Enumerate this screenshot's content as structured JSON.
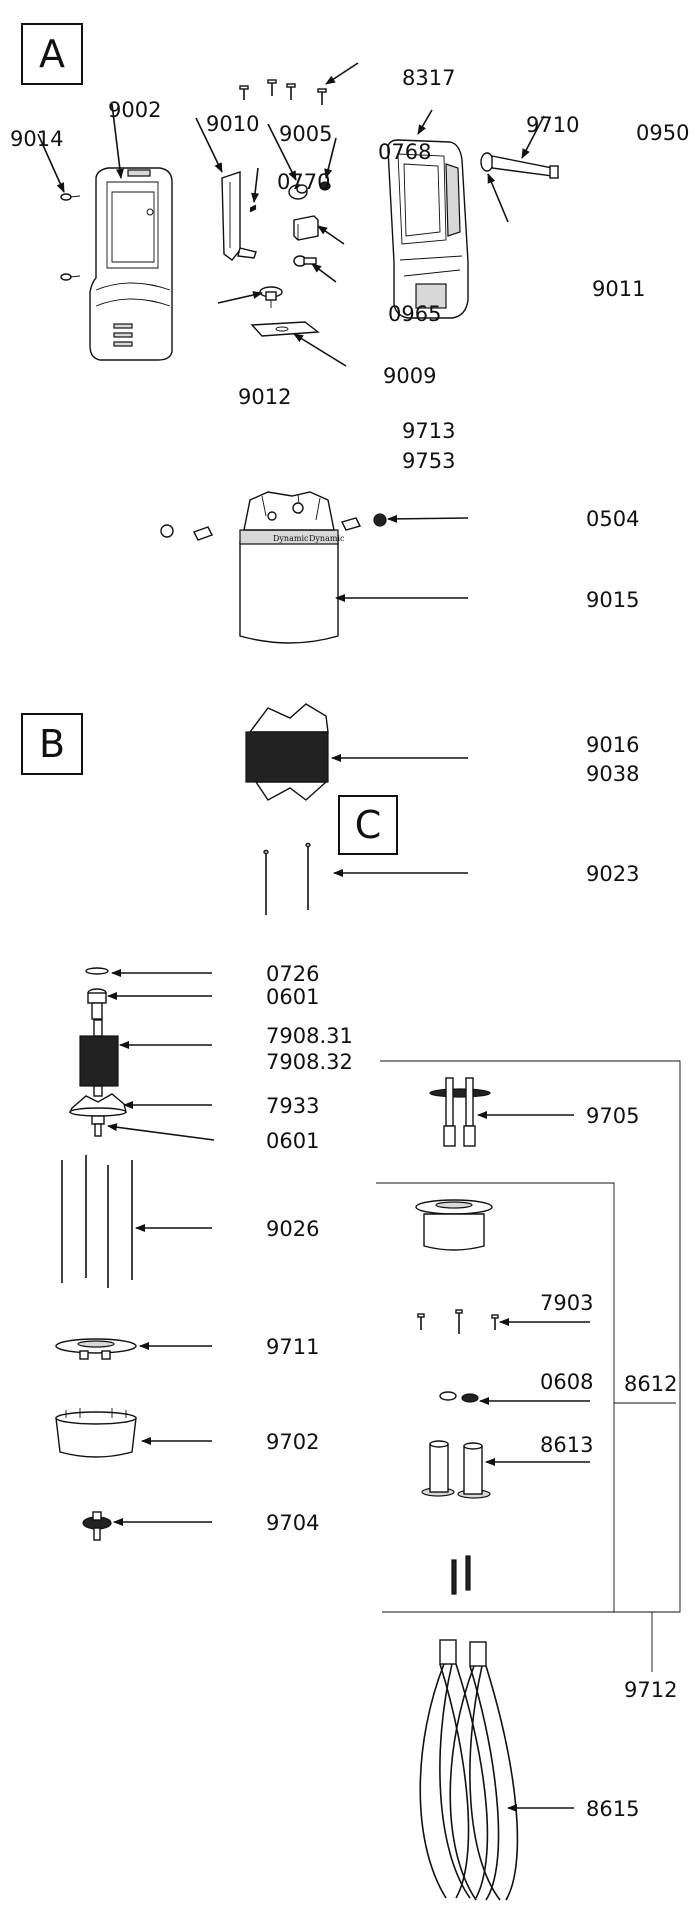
{
  "sections": {
    "a": "A",
    "b": "B",
    "c": "C"
  },
  "labels": {
    "l8317": "8317",
    "l9002": "9002",
    "l9010": "9010",
    "l9005": "9005",
    "l9710": "9710",
    "l0950": "0950",
    "l9014": "9014",
    "l0768": "0768",
    "l0770": "0770",
    "l0965": "0965",
    "l9011": "9011",
    "l9009": "9009",
    "l9012": "9012",
    "l9713": "9713",
    "l9753": "9753",
    "l0504": "0504",
    "l9015": "9015",
    "l9016": "9016",
    "l9038": "9038",
    "l9023": "9023",
    "l0726": "0726",
    "l0601a": "0601",
    "l7908_31": "7908.31",
    "l7908_32": "7908.32",
    "l7933": "7933",
    "l0601b": "0601",
    "l9026": "9026",
    "l9711": "9711",
    "l9702": "9702",
    "l9704": "9704",
    "l9705": "9705",
    "l7903": "7903",
    "l0608": "0608",
    "l8612": "8612",
    "l8613": "8613",
    "l9712": "9712",
    "l8615": "8615"
  },
  "brand": {
    "logo1": "Dynamic",
    "logo2": "Dynamic"
  }
}
